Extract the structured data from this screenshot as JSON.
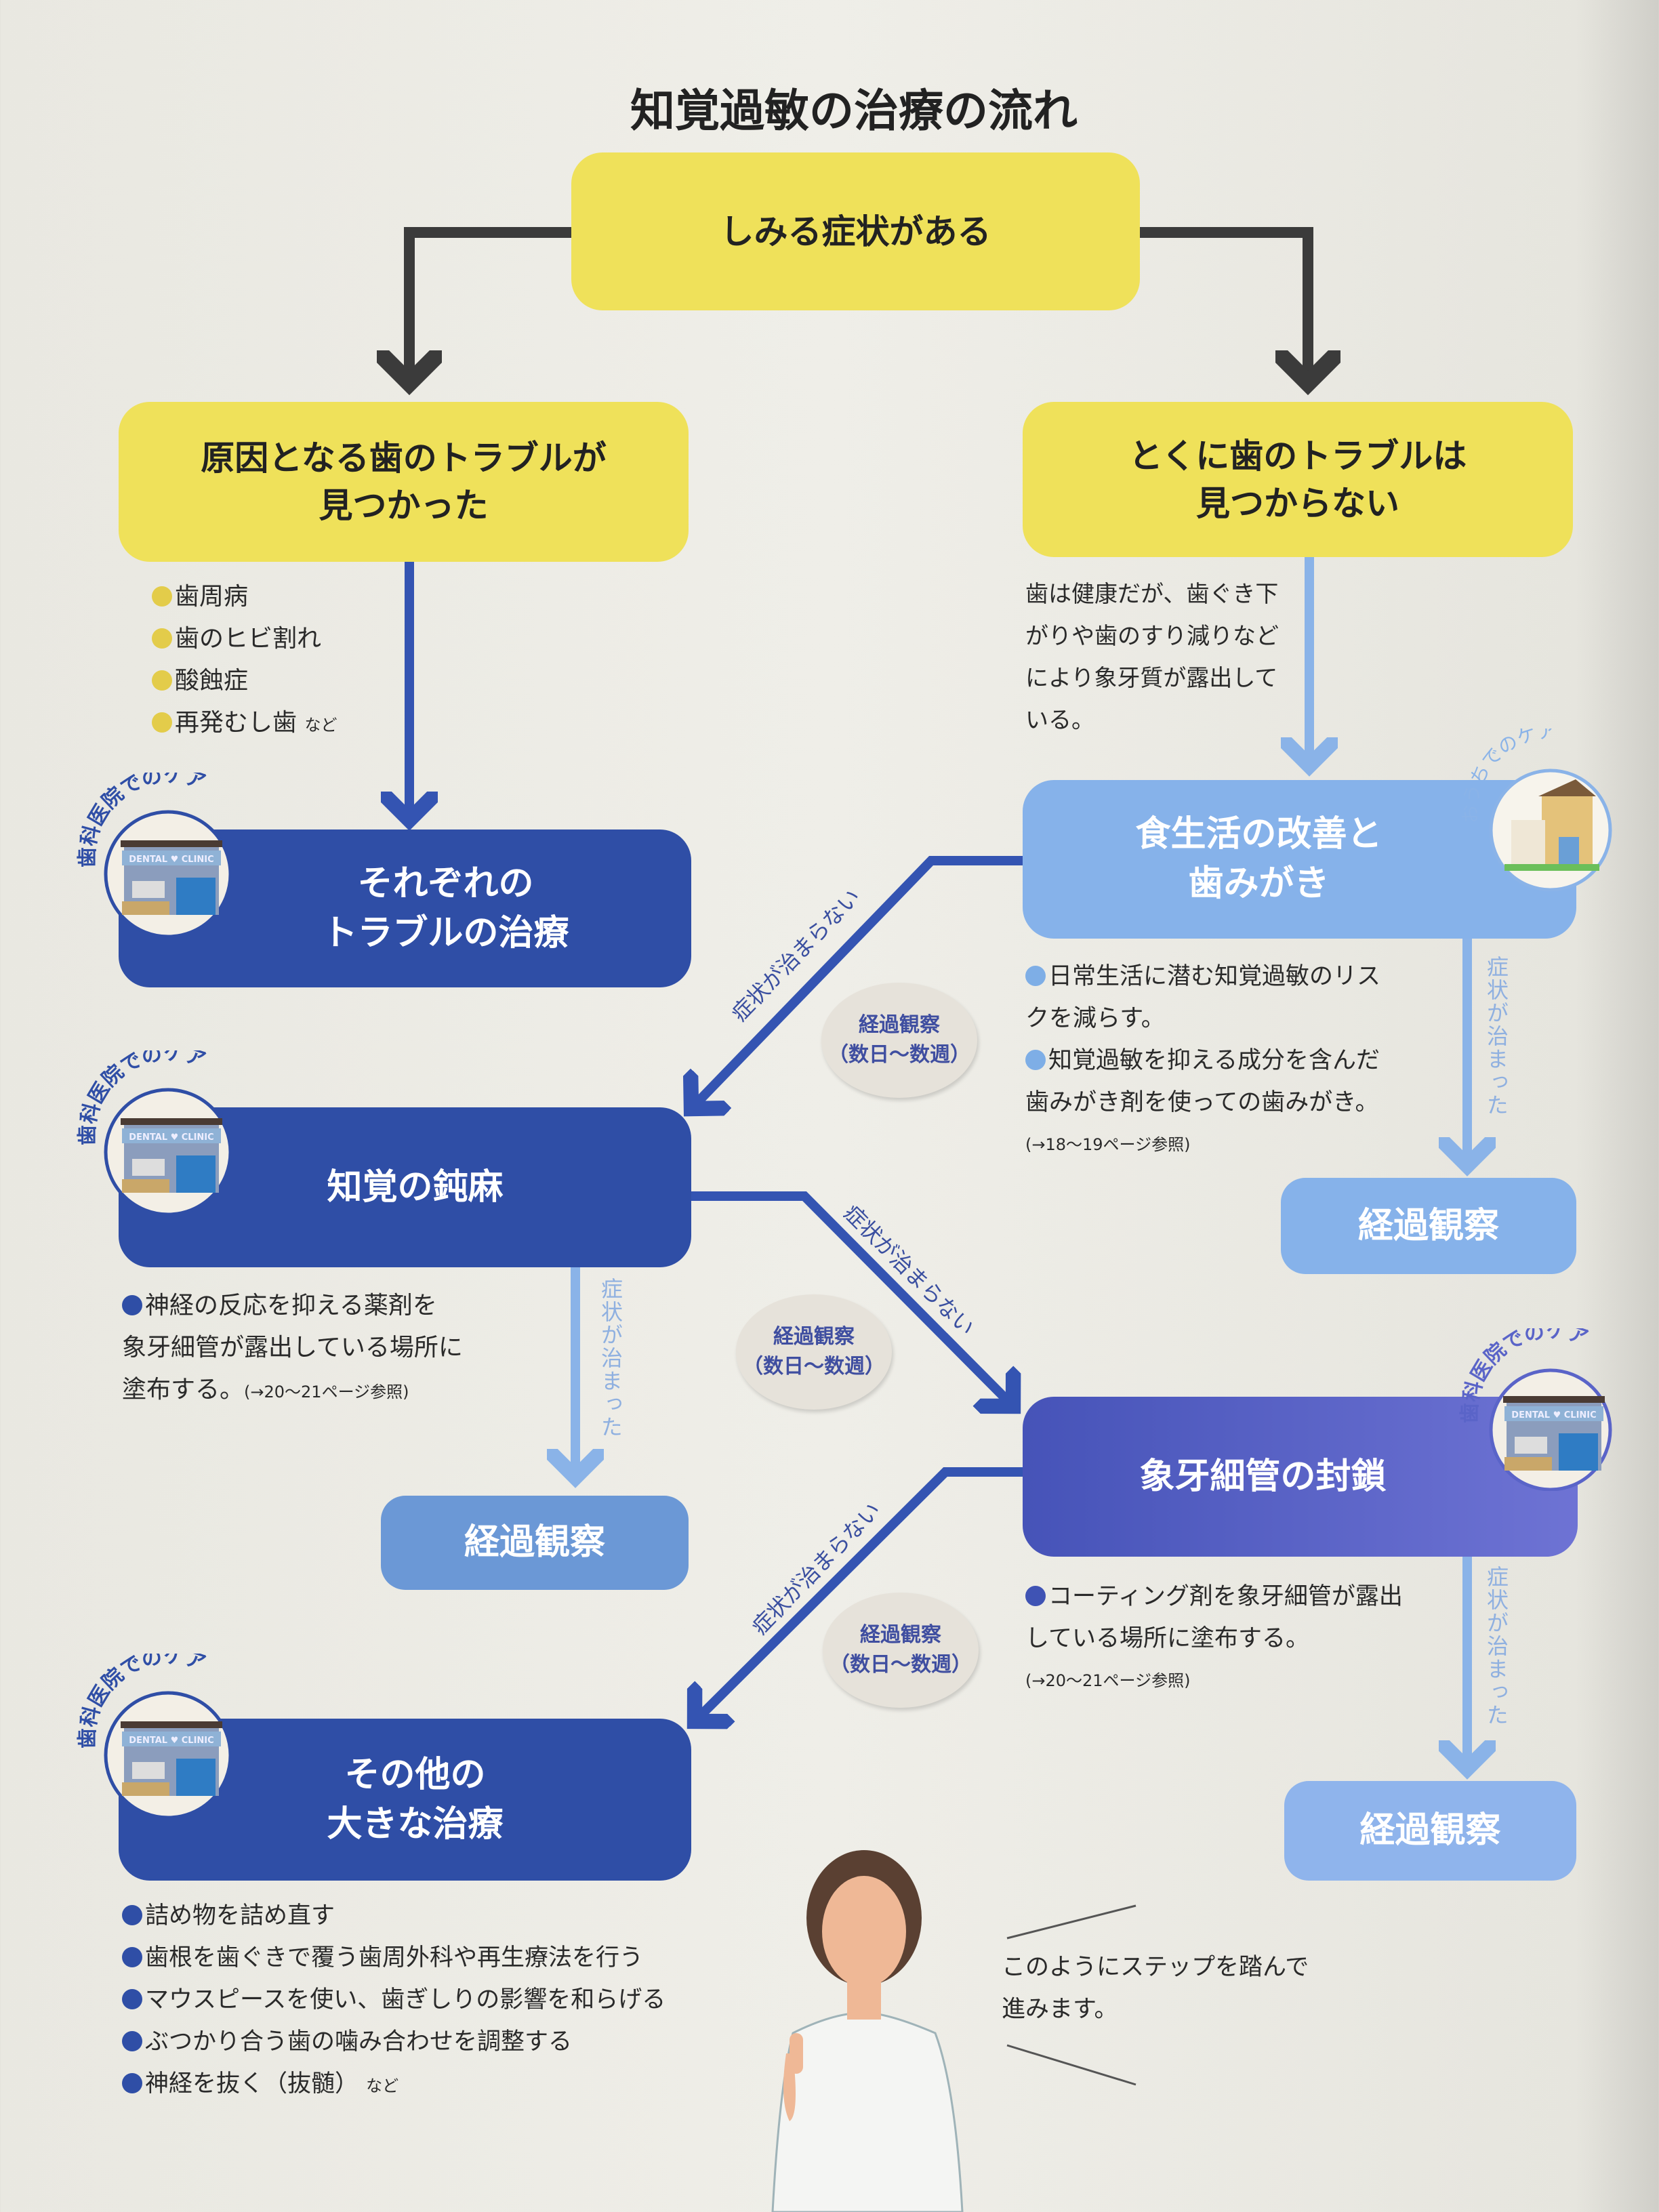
{
  "title": "知覚過敏の治療の流れ",
  "nodes": {
    "start": "しみる症状がある",
    "found_l1": "原因となる歯のトラブルが",
    "found_l2": "見つかった",
    "notfound_l1": "とくに歯のトラブルは",
    "notfound_l2": "見つからない",
    "each_l1": "それぞれの",
    "each_l2": "トラブルの治療",
    "diet_l1": "食生活の改善と",
    "diet_l2": "歯みがき",
    "numb": "知覚の鈍麻",
    "seal": "象牙細管の封鎖",
    "other_l1": "その他の",
    "other_l2": "大きな治療",
    "observe": "経過観察"
  },
  "found_causes": [
    "歯周病",
    "歯のヒビ割れ",
    "酸蝕症",
    "再発むし歯"
  ],
  "found_causes_suffix": "など",
  "notfound_desc": [
    "歯は健康だが、歯ぐき下",
    "がりや歯のすり減りなど",
    "により象牙質が露出して",
    "いる。"
  ],
  "diet_desc": {
    "l1": "日常生活に潜む知覚過敏のリス",
    "l2": "クを減らす。",
    "l3": "知覚過敏を抑える成分を含んだ",
    "l4": "歯みがき剤を使っての歯みがき。",
    "ref": "(→18〜19ページ参照)"
  },
  "numb_desc": {
    "l1": "神経の反応を抑える薬剤を",
    "l2": "象牙細管が露出している場所に",
    "l3": "塗布する。",
    "ref": "(→20〜21ページ参照)"
  },
  "seal_desc": {
    "l1": "コーティング剤を象牙細管が露出",
    "l2": "している場所に塗布する。",
    "ref": "(→20〜21ページ参照)"
  },
  "other_desc": [
    "詰め物を詰め直す",
    "歯根を歯ぐきで覆う歯周外科や再生療法を行う",
    "マウスピースを使い、歯ぎしりの影響を和らげる",
    "ぶつかり合う歯の噛み合わせを調整する",
    "神経を抜く（抜髄）"
  ],
  "other_desc_suffix": "など",
  "labels": {
    "not_resolved": "症状が治まらない",
    "resolved": "症状が治まった",
    "bubble_l1": "経過観察",
    "bubble_l2": "（数日〜数週）",
    "clinic_care": "歯科医院でのケア",
    "home_care": "おうちでのケア",
    "clinic_sign": "DENTAL ♥ CLINIC"
  },
  "doctor_speech": {
    "l1": "このようにステップを踏んで",
    "l2": "進みます。"
  },
  "colors": {
    "yellow": "#efe15a",
    "dark_blue": "#2f4ea6",
    "light_blue": "#86b2ea",
    "gray_arrow": "#3b3b3b"
  }
}
